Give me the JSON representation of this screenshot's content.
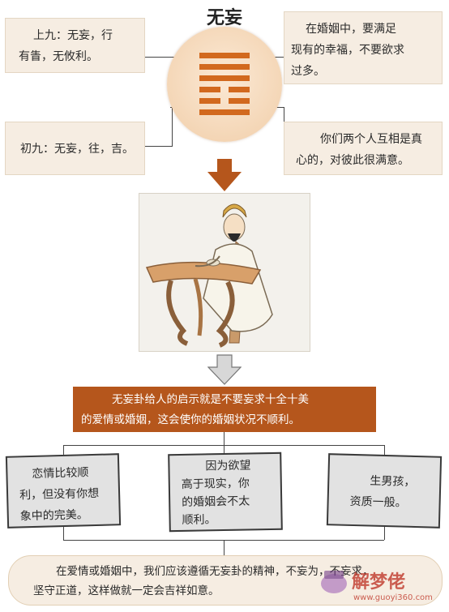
{
  "title": "无妄",
  "top_left": {
    "line1": "上九：无妄，行",
    "line2": "有眚，无攸利。"
  },
  "top_right": {
    "line1": "在婚姻中，要满足",
    "line2": "现有的幸福，不要欲求",
    "line3": "过多。"
  },
  "mid_left": {
    "text": "初九：无妄，往，吉。"
  },
  "mid_right": {
    "line1": "你们两个人互相是真",
    "line2": "心的，对彼此很满意。"
  },
  "banner": {
    "line1": "无妄卦给人的启示就是不要妄求十全十美",
    "line2": "的爱情或婚姻，这会使你的婚姻状况不顺利。"
  },
  "cards": [
    {
      "line1": "恋情比较顺",
      "line2": "利，但没有你想",
      "line3": "象中的完美。"
    },
    {
      "line1": "因为欲望",
      "line2": "高于现实，你",
      "line3": "的婚姻会不太",
      "line4": "顺利。"
    },
    {
      "line1": "生男孩，",
      "line2": "资质一般。"
    }
  ],
  "footer": {
    "line1": "在爱情或婚姻中，我们应该遵循无妄卦的精神，不妄为，不妄求，",
    "line2": "坚守正道，这样做就一定会吉祥如意。"
  },
  "watermark": {
    "brand": "解梦佬",
    "url": "www.guoyi360.com"
  },
  "colors": {
    "accent": "#b5561c",
    "hexagram": "#d2691e",
    "box_bg": "#f6ede2",
    "card_bg": "#e2e2e2"
  }
}
